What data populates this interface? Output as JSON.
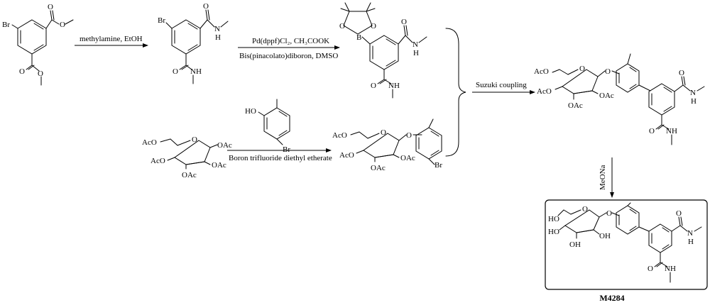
{
  "reagents": {
    "step1": "methylamine, EtOH",
    "step2_top": "Pd(dppf)Cl₂, CH₃COOK",
    "step2_bottom": "Bis(pinacolato)diboron, DMSO",
    "step3": "Boron trifluoride diethyl etherate",
    "step4": "Suzuki coupling",
    "step5": "MeONa"
  },
  "atoms": {
    "br": "Br",
    "o": "O",
    "n": "N",
    "h": "H",
    "nh": "NH",
    "b": "B",
    "ho": "HO",
    "oac": "OAc",
    "aco": "AcO",
    "oh": "OH"
  },
  "product_label": "M4284",
  "colors": {
    "ink": "#000000",
    "background": "#ffffff"
  }
}
